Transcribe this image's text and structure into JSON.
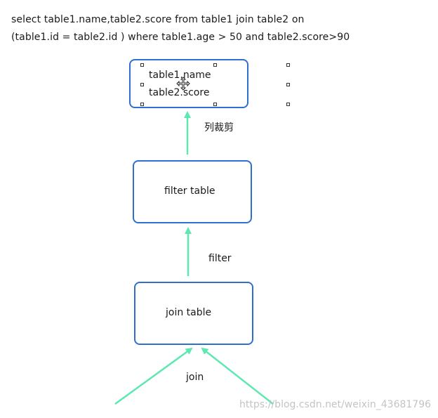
{
  "sql": {
    "line1": "select table1.name,table2.score from table1 join table2 on",
    "line2": "(table1.id = table2.id ) where table1.age > 50 and table2.score>90"
  },
  "nodes": {
    "projection": {
      "line1": "table1.name",
      "line2": "table2.score"
    },
    "filter": {
      "label": "filter table"
    },
    "join": {
      "label": "join table"
    }
  },
  "edges": {
    "column_prune": "列裁剪",
    "filter": "filter",
    "join": "join"
  },
  "watermark": "https://blog.csdn.net/weixin_43681796",
  "colors": {
    "node_border": "#2f6fd0",
    "arrow": "#5ee8b0",
    "watermark": "#c4c4c4"
  },
  "icons": {
    "selection_handles": "resize-handle-icon",
    "cursor": "move-cursor-icon"
  }
}
